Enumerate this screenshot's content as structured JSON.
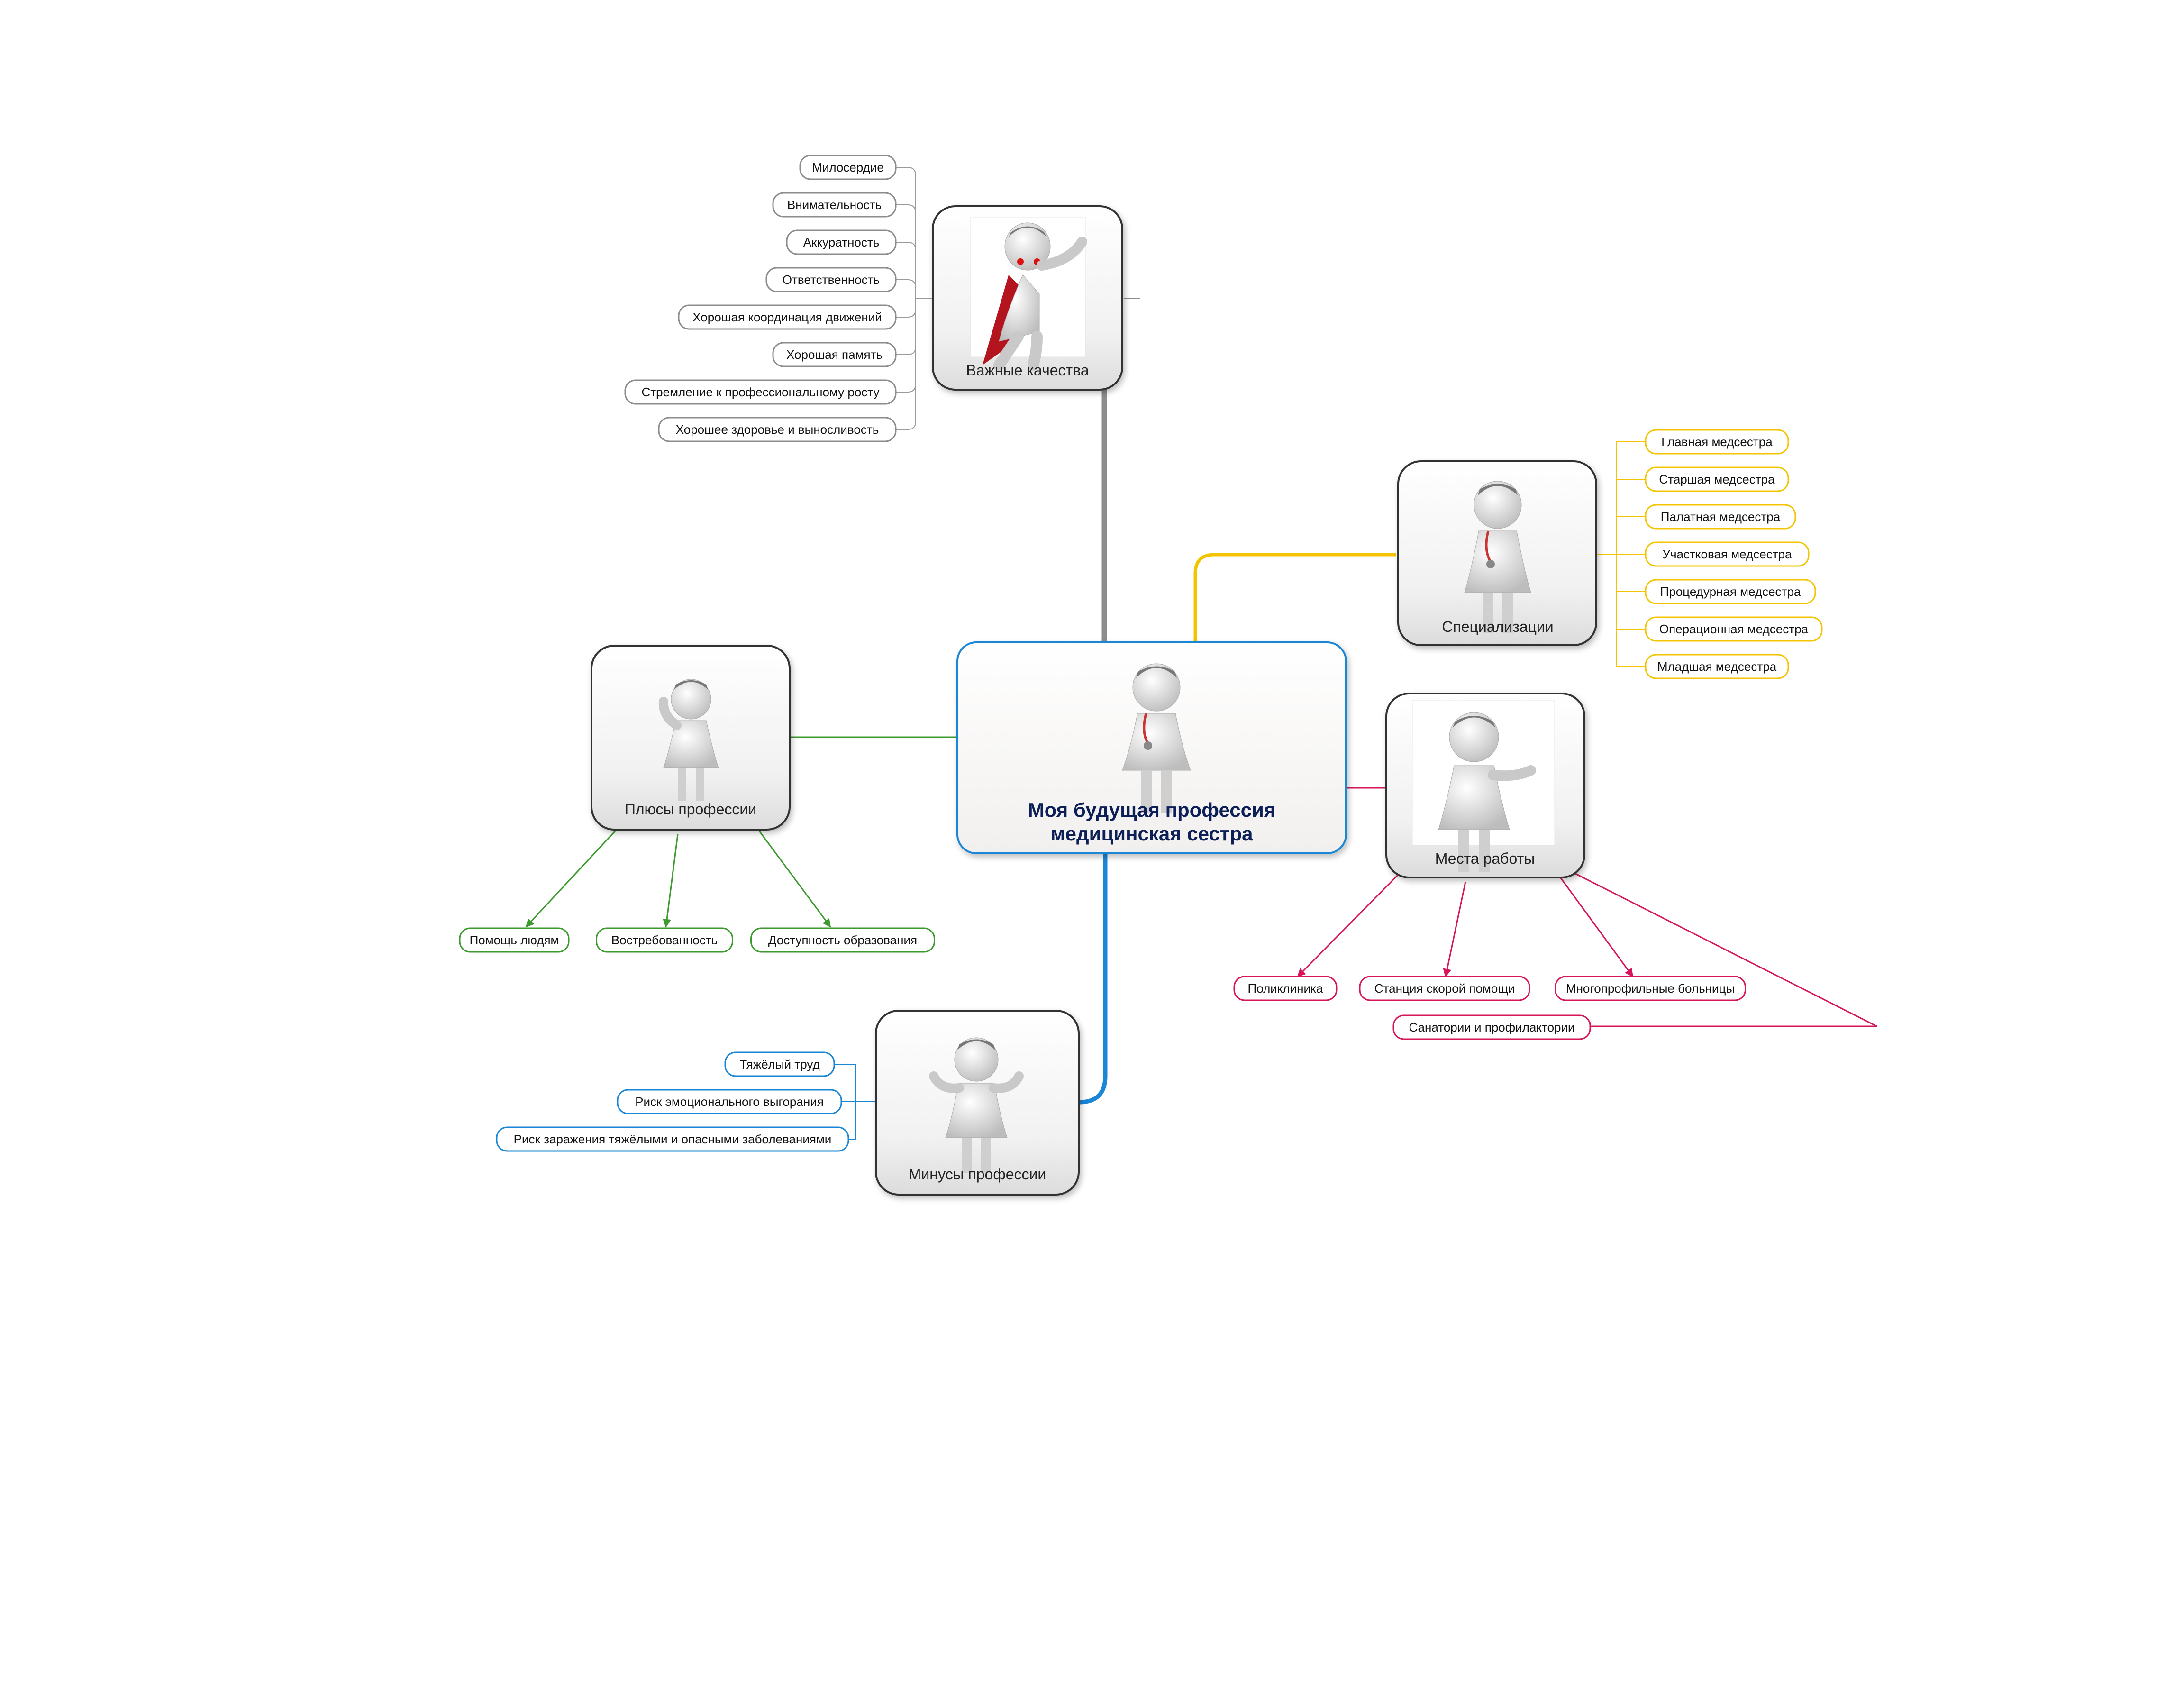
{
  "center": {
    "title_line1": "Моя будущая профессия",
    "title_line2": "медицинская сестра"
  },
  "branches": {
    "qualities": {
      "label": "Важные качества",
      "color": "#8c8c8c",
      "items": [
        "Милосердие",
        "Внимательность",
        "Аккуратность",
        "Ответственность",
        "Хорошая координация движений",
        "Хорошая память",
        "Стремление к профессиональному росту",
        "Хорошее здоровье и выносливость"
      ]
    },
    "specializations": {
      "label": "Специализации",
      "color": "#f5c400",
      "items": [
        "Главная медсестра",
        "Старшая медсестра",
        "Палатная медсестра",
        "Участковая медсестра",
        "Процедурная медсестра",
        "Операционная медсестра",
        "Младшая медсестра"
      ]
    },
    "pluses": {
      "label": "Плюсы профессии",
      "color": "#3c9a2e",
      "items": [
        "Помощь людям",
        "Востребованность",
        "Доступность образования"
      ]
    },
    "workplaces": {
      "label": "Места работы",
      "color": "#d6155a",
      "items": [
        "Поликлиника",
        "Станция скорой помощи",
        "Многопрофильные больницы",
        "Санатории и профилактории"
      ]
    },
    "minuses": {
      "label": "Минусы профессии",
      "color": "#1a86d6",
      "items": [
        "Тяжёлый труд",
        "Риск эмоционального выгорания",
        "Риск заражения тяжёлыми и опасными заболеваниями"
      ]
    }
  },
  "icons": {
    "center": "nurse-figure-icon",
    "qualities": "superhero-nurse-icon",
    "specializations": "nurse-stethoscope-icon",
    "pluses": "nurse-thumbs-up-icon",
    "workplaces": "nurse-presenting-icon",
    "minuses": "nurse-shrug-icon"
  }
}
